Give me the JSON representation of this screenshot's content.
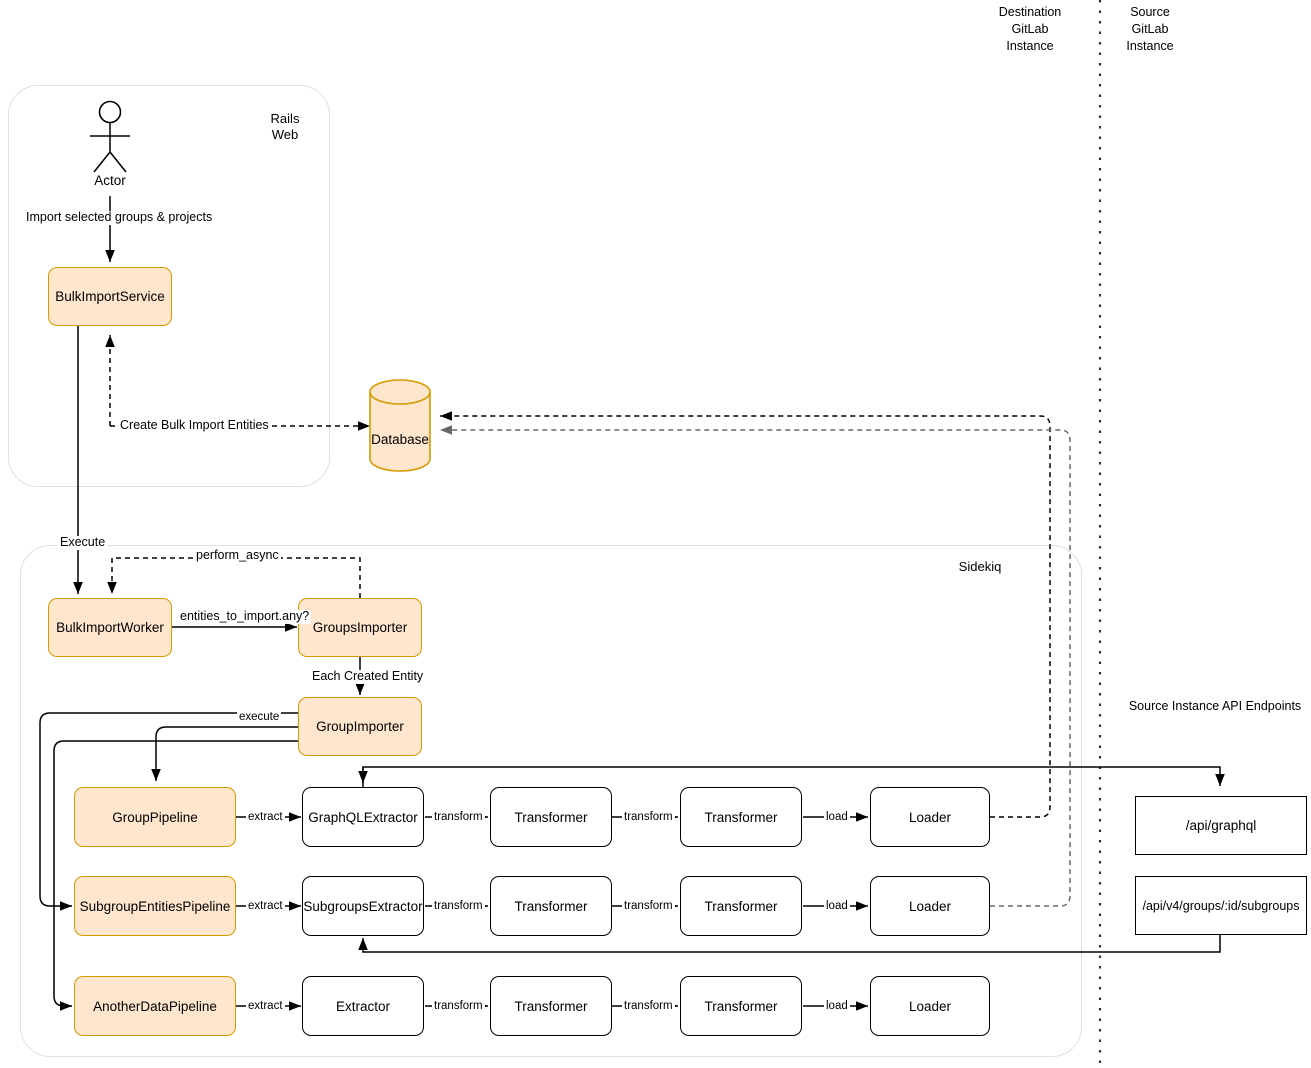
{
  "zones": {
    "destination": "Destination\nGitLab\nInstance",
    "source": "Source\nGitLab\nInstance",
    "api_endpoints_title": "Source Instance API Endpoints"
  },
  "containers": {
    "rails": "Rails\nWeb",
    "sidekiq": "Sidekiq"
  },
  "nodes": {
    "actor": "Actor",
    "bulk_import_service": "BulkImportService",
    "database": "Database",
    "bulk_import_worker": "BulkImportWorker",
    "groups_importer": "GroupsImporter",
    "group_importer": "GroupImporter",
    "group_pipeline": "GroupPipeline",
    "subgroup_entities_pipeline": "SubgroupEntitiesPipeline",
    "another_data_pipeline": "AnotherDataPipeline",
    "graphql_extractor": "GraphQLExtractor",
    "subgroups_extractor": "SubgroupsExtractor",
    "extractor": "Extractor",
    "transformer": "Transformer",
    "loader": "Loader",
    "api_graphql": "/api/graphql",
    "api_subgroups": "/api/v4/groups/:id/subgroups"
  },
  "edges": {
    "import_selected": "Import selected groups & projects",
    "create_bulk_import_entities": "Create Bulk Import Entities",
    "execute_top": "Execute",
    "perform_async": "perform_async",
    "entities_to_import": "entities_to_import.any?",
    "each_created_entity": "Each Created Entity",
    "execute": "execute",
    "extract": "extract",
    "transform": "transform",
    "load": "load"
  },
  "colors": {
    "accent_fill": "#ffe6cc",
    "accent_stroke": "#d79b00",
    "stroke": "#000000",
    "container_stroke": "#e0e0e0"
  },
  "chart_data": {
    "type": "diagram",
    "title": "GitLab Group Migration (Bulk Import) architecture",
    "rows": [
      {
        "pipeline": "GroupPipeline",
        "extractor": "GraphQLExtractor",
        "transformers": [
          "Transformer",
          "Transformer"
        ],
        "loader": "Loader",
        "endpoint": "/api/graphql"
      },
      {
        "pipeline": "SubgroupEntitiesPipeline",
        "extractor": "SubgroupsExtractor",
        "transformers": [
          "Transformer",
          "Transformer"
        ],
        "loader": "Loader",
        "endpoint": "/api/v4/groups/:id/subgroups"
      },
      {
        "pipeline": "AnotherDataPipeline",
        "extractor": "Extractor",
        "transformers": [
          "Transformer",
          "Transformer"
        ],
        "loader": "Loader",
        "endpoint": null
      }
    ]
  }
}
